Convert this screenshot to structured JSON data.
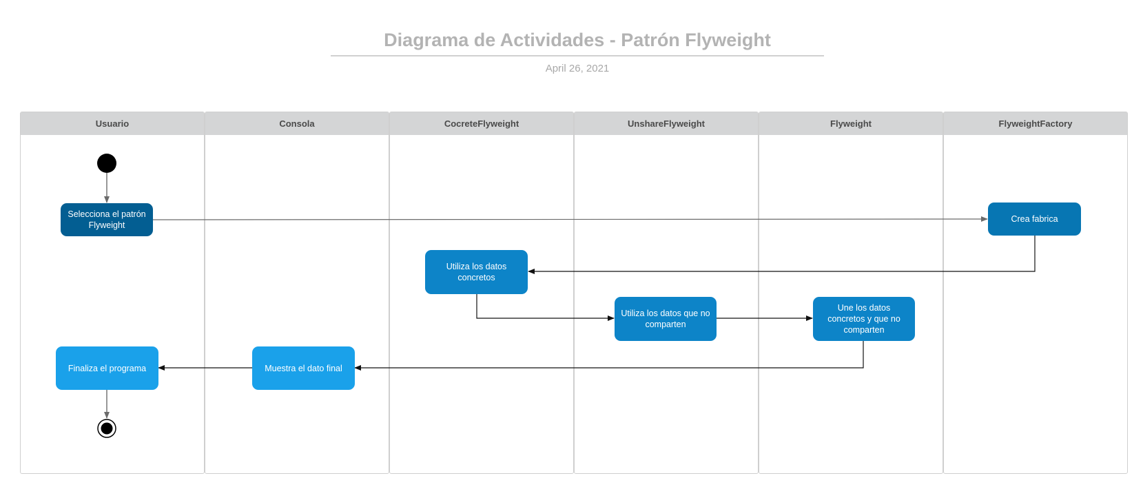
{
  "header": {
    "title": "Diagrama de Actividades - Patrón Flyweight",
    "date": "April 26, 2021"
  },
  "lanes": [
    {
      "label": "Usuario"
    },
    {
      "label": "Consola"
    },
    {
      "label": "CocreteFlyweight"
    },
    {
      "label": "UnshareFlyweight"
    },
    {
      "label": "Flyweight"
    },
    {
      "label": "FlyweightFactory"
    }
  ],
  "activities": {
    "select_pattern": "Selecciona el patrón Flyweight",
    "create_factory": "Crea fabrica",
    "use_concrete": "Utiliza los datos concretos",
    "use_unshared": "Utiliza los datos que no comparten",
    "join_data": "Une los datos concretos y que no comparten",
    "show_final": "Muestra el dato final",
    "end_program": "Finaliza el programa"
  },
  "colors": {
    "dark_blue": "#035e92",
    "medium_blue": "#0776b3",
    "blue": "#0d84c8",
    "light_blue": "#1aa1ea",
    "lane_header": "#d4d5d6"
  }
}
